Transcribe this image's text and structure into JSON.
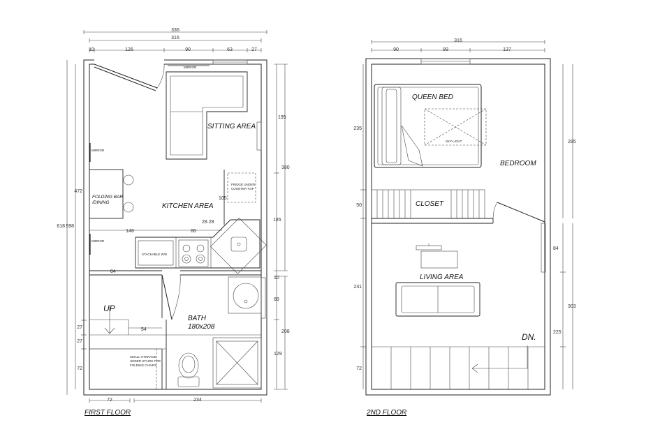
{
  "first_floor": {
    "title": "FIRST FLOOR",
    "rooms": {
      "sitting": "SITTING AREA",
      "kitchen": "KITCHEN AREA",
      "folding_bar": "FOLDING BAR",
      "dining": "/DINING",
      "bath": "BATH",
      "bath_size": "180x208",
      "up": "UP",
      "stackable": "STACKABLE W/D",
      "fridge_1": "FRIDGE UNDER",
      "fridge_2": "COUNTER TOP",
      "storage_1": "SMALL STORAGE",
      "storage_2": "UNDER STAIRS FOR",
      "storage_3": "FOLDING CHAIRS",
      "mirror_top": "MIRROR",
      "mirror_left_1": "MIRROR",
      "mirror_left_2": "MIRROR"
    },
    "dims": {
      "total_width": "336",
      "inner_width": "316",
      "seg_10": "10",
      "seg_126": "126",
      "seg_90": "90",
      "seg_63": "63",
      "seg_27": "27",
      "left_618": "618",
      "left_598": "598",
      "left_472": "472",
      "left_27a": "27",
      "left_27b": "27",
      "left_72": "72",
      "right_195": "195",
      "right_380": "380",
      "right_185": "185",
      "right_10": "10",
      "right_69": "69",
      "right_208": "208",
      "right_129": "129",
      "in_148": "148",
      "in_86": "86",
      "in_84": "84",
      "in_54": "54",
      "in_105": "105",
      "in_2828": "28.28",
      "bottom_72": "72",
      "bottom_234": "234"
    }
  },
  "second_floor": {
    "title": "2ND FLOOR",
    "rooms": {
      "queen_bed": "QUEEN BED",
      "skylight": "SKY-LIGHT",
      "bedroom": "BEDROOM",
      "closet": "CLOSET",
      "living": "LIVING AREA",
      "dn": "DN."
    },
    "dims": {
      "top_316": "316",
      "seg_90": "90",
      "seg_89": "89",
      "seg_137": "137",
      "left_235": "235",
      "left_50": "50",
      "left_231": "231",
      "left_72": "72",
      "right_285": "285",
      "right_84": "84",
      "right_303": "303",
      "right_225": "225"
    }
  }
}
